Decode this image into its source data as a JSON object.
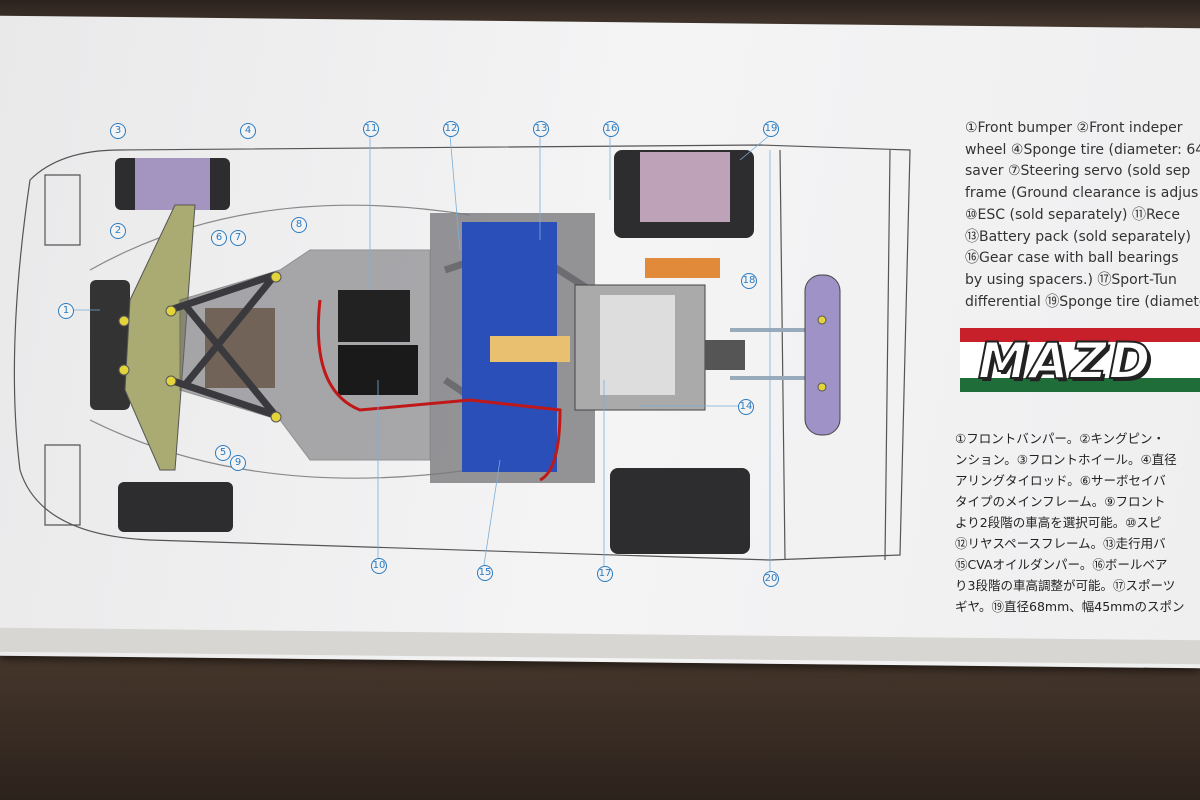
{
  "callouts": [
    "1",
    "2",
    "3",
    "4",
    "5",
    "6",
    "7",
    "8",
    "9",
    "10",
    "11",
    "12",
    "13",
    "14",
    "15",
    "16",
    "17",
    "18",
    "19",
    "20"
  ],
  "description_en": [
    "①Front bumper ②Front indeper",
    "wheel ④Sponge tire (diameter: 64",
    "saver ⑦Steering servo (sold sep",
    "frame (Ground clearance is adjus",
    "⑩ESC (sold separately) ⑪Rece",
    "⑬Battery pack (sold separately)",
    "⑯Gear case with ball bearings",
    "by using spacers.) ⑰Sport-Tun",
    "differential ⑲Sponge tire (diamete"
  ],
  "logo_text": "MAZD",
  "description_jp": [
    "①フロントバンパー。②キングピン・",
    "ンション。③フロントホイール。④直径",
    "アリングタイロッド。⑥サーボセイバ",
    "タイプのメインフレーム。⑨フロント",
    "より2段階の車高を選択可能。⑩スピ",
    "⑫リヤスペースフレーム。⑬走行用バ",
    "⑮CVAオイルダンパー。⑯ボールベア",
    "り3段階の車高調整が可能。⑰スポーツ",
    "ギヤ。⑲直径68mm、幅45mmのスポン"
  ],
  "colors": {
    "callout": "#2b7bc0",
    "battery": "#2a4fb8",
    "frame": "#5a5a5e",
    "logo_red": "#c8202a",
    "logo_green": "#1f6e3a"
  }
}
